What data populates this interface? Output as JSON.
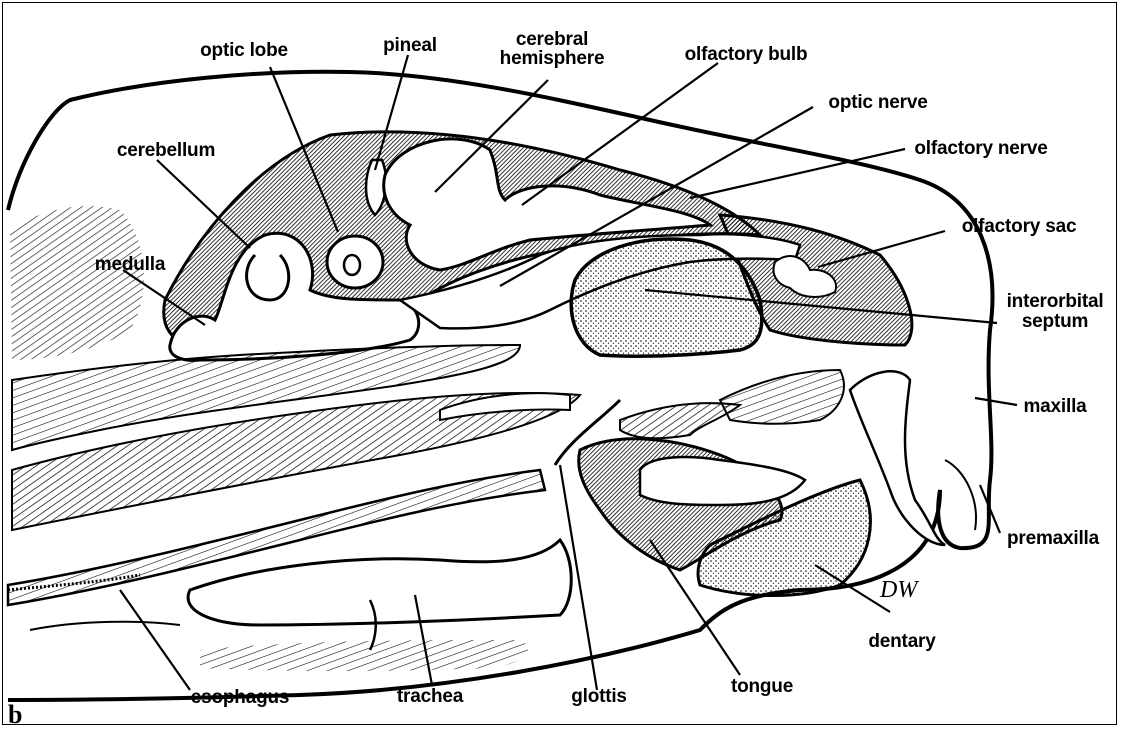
{
  "panel_label": "b",
  "signature": "DW",
  "labels": {
    "optic_lobe": "optic lobe",
    "pineal": "pineal",
    "cerebral_hemisphere": "cerebral\nhemisphere",
    "olfactory_bulb": "olfactory bulb",
    "optic_nerve": "optic nerve",
    "olfactory_nerve": "olfactory nerve",
    "cerebellum": "cerebellum",
    "olfactory_sac": "olfactory sac",
    "medulla": "medulla",
    "interorbital_septum": "interorbital\nseptum",
    "maxilla": "maxilla",
    "premaxilla": "premaxilla",
    "dentary": "dentary",
    "esophagus": "esophagus",
    "trachea": "trachea",
    "glottis": "glottis",
    "tongue": "tongue"
  }
}
